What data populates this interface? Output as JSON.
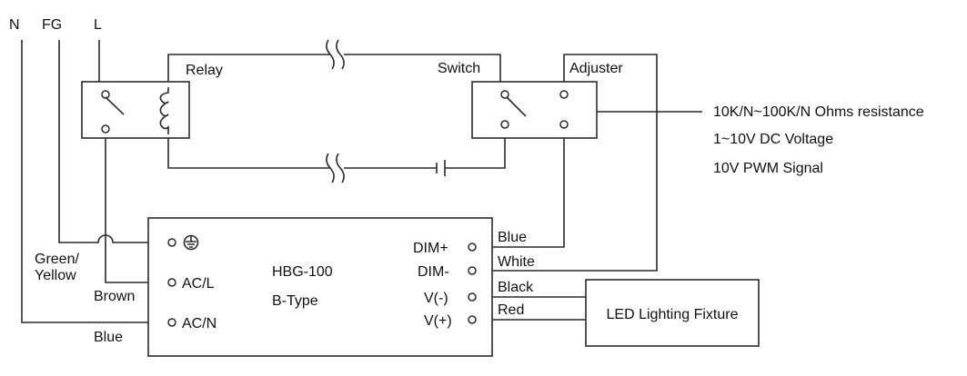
{
  "supply": {
    "n": "N",
    "fg": "FG",
    "l": "L"
  },
  "relay": {
    "label": "Relay"
  },
  "switch": {
    "label": "Switch"
  },
  "adjuster": {
    "label": "Adjuster"
  },
  "dim_sources": [
    "10K/N~100K/N Ohms resistance",
    "1~10V DC Voltage",
    "10V PWM Signal"
  ],
  "driver": {
    "model": "HBG-100",
    "type": "B-Type",
    "terminals": {
      "ac_l": "AC/L",
      "ac_n": "AC/N",
      "dim_plus": "DIM+",
      "dim_minus": "DIM-",
      "v_minus": "V(-)",
      "v_plus": "V(+)"
    }
  },
  "wires": {
    "green_yellow_1": "Green/",
    "green_yellow_2": "Yellow",
    "brown": "Brown",
    "blue_input": "Blue",
    "blue_dim": "Blue",
    "white": "White",
    "black": "Black",
    "red": "Red"
  },
  "load": {
    "label": "LED Lighting Fixture"
  }
}
